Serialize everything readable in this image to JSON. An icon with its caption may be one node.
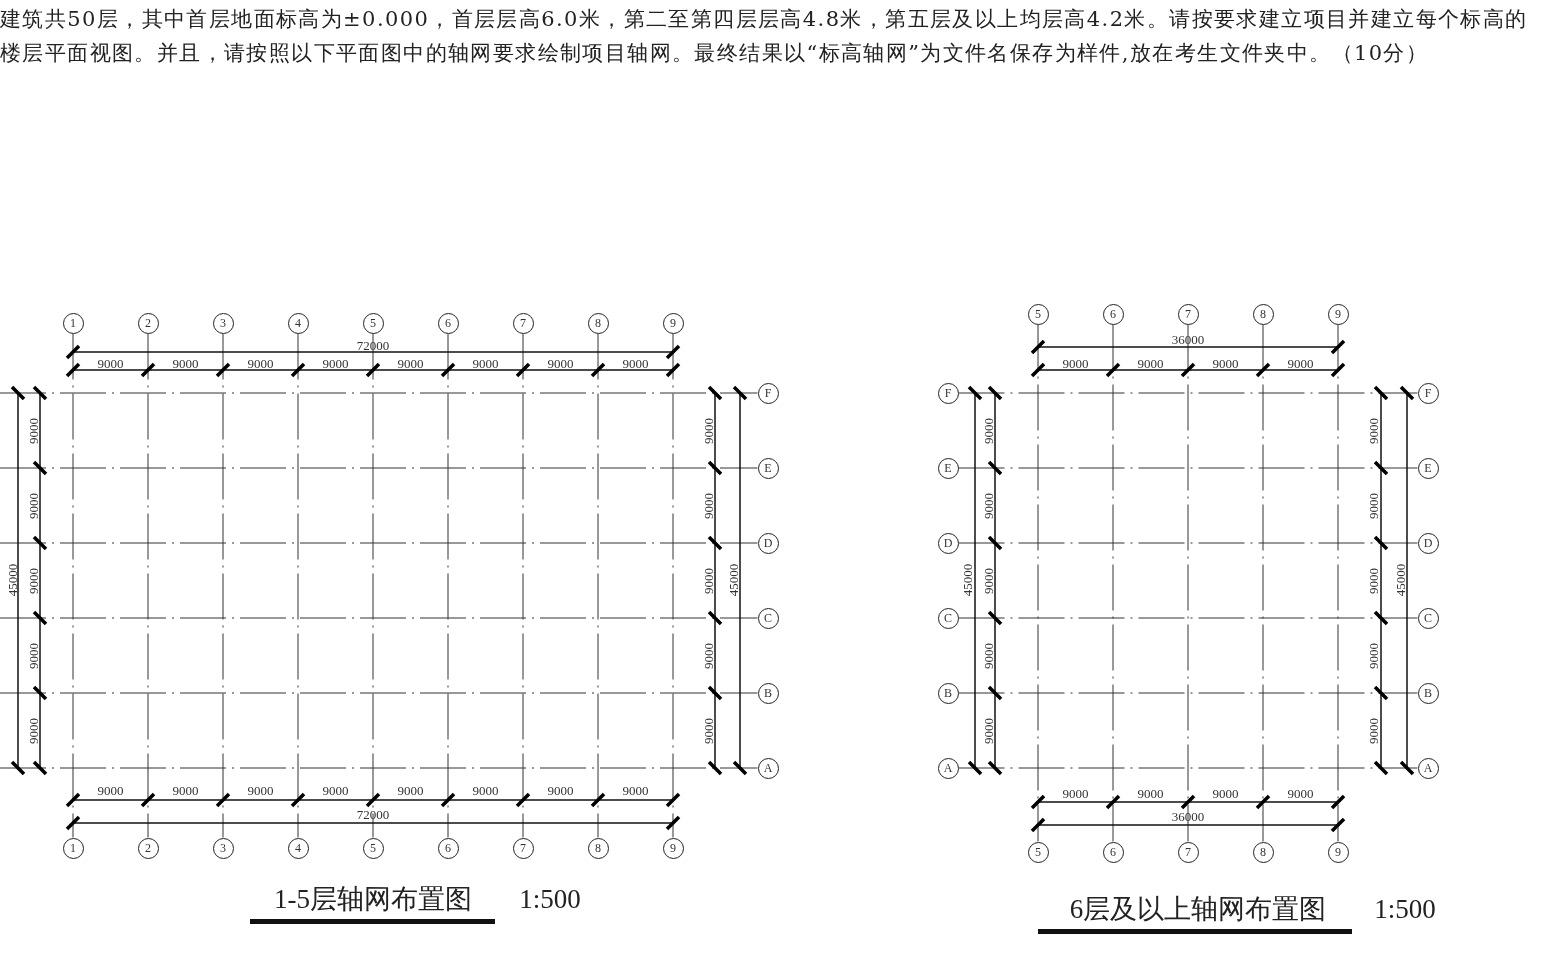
{
  "diagram": {
    "nodes": [
      {
        "text": [
          "1"
        ]
      },
      {
        "text": [
          "2"
        ]
      },
      {
        "text": [
          "3"
        ]
      },
      {
        "text": [
          "4"
        ]
      },
      {
        "text": [
          "5"
        ]
      },
      {
        "text": [
          "6"
        ]
      },
      {
        "text": [
          "7"
        ]
      },
      {
        "text": [
          "8"
        ]
      },
      {
        "text": [
          "9"
        ]
      },
      {
        "text": [
          "F"
        ]
      },
      {
        "text": [
          "E"
        ]
      },
      {
        "text": [
          "D"
        ]
      },
      {
        "text": [
          "C"
        ]
      },
      {
        "text": [
          "B"
        ]
      },
      {
        "text": [
          "A"
        ]
      },
      {
        "text": [
          "1"
        ]
      },
      {
        "text": [
          "2"
        ]
      },
      {
        "text": [
          "3"
        ]
      },
      {
        "text": [
          "4"
        ]
      },
      {
        "text": [
          "5"
        ]
      },
      {
        "text": [
          "6"
        ]
      },
      {
        "text": [
          "7"
        ]
      },
      {
        "text": [
          "8"
        ]
      },
      {
        "text": [
          "9"
        ]
      },
      {
        "text": [
          "5"
        ]
      },
      {
        "text": [
          "6"
        ]
      },
      {
        "text": [
          "7"
        ]
      },
      {
        "text": [
          "8"
        ]
      },
      {
        "text": [
          "9"
        ]
      },
      {
        "text": [
          "F"
        ]
      },
      {
        "text": [
          "E"
        ]
      },
      {
        "text": [
          "D"
        ]
      },
      {
        "text": [
          "C"
        ]
      },
      {
        "text": [
          "B"
        ]
      },
      {
        "text": [
          "A"
        ]
      },
      {
        "text": [
          "F"
        ]
      },
      {
        "text": [
          "E"
        ]
      },
      {
        "text": [
          "D"
        ]
      },
      {
        "text": [
          "C"
        ]
      },
      {
        "text": [
          "B"
        ]
      },
      {
        "text": [
          "A"
        ]
      },
      {
        "text": [
          "5"
        ]
      },
      {
        "text": [
          "6"
        ]
      },
      {
        "text": [
          "7"
        ]
      },
      {
        "text": [
          "8"
        ]
      },
      {
        "text": [
          "9"
        ]
      }
    ],
    "edges": [
      {
        "from": 0,
        "to": 15,
        "arrow": "none",
        "style": "dashed"
      },
      {
        "from": 1,
        "to": 16,
        "arrow": "none",
        "style": "dashed"
      },
      {
        "from": 2,
        "to": 17,
        "arrow": "none",
        "style": "dashed"
      },
      {
        "from": 3,
        "to": 18,
        "arrow": "none",
        "style": "dashed"
      },
      {
        "from": 4,
        "to": 19,
        "arrow": "none",
        "style": "dashed"
      },
      {
        "from": 5,
        "to": 20,
        "arrow": "none",
        "style": "dashed"
      },
      {
        "from": 6,
        "to": 21,
        "arrow": "none",
        "style": "dashed"
      },
      {
        "from": 7,
        "to": 22,
        "arrow": "none",
        "style": "dashed"
      },
      {
        "from": 8,
        "to": 23,
        "arrow": "none",
        "style": "dashed"
      },
      {
        "from": null,
        "to": 9,
        "arrow": "none",
        "style": "dashed"
      },
      {
        "from": null,
        "to": 10,
        "arrow": "none",
        "style": "dashed"
      },
      {
        "from": null,
        "to": 11,
        "arrow": "none",
        "style": "dashed"
      },
      {
        "from": null,
        "to": 12,
        "arrow": "none",
        "style": "dashed"
      },
      {
        "from": null,
        "to": 13,
        "arrow": "none",
        "style": "dashed"
      },
      {
        "from": null,
        "to": 14,
        "arrow": "none",
        "style": "dashed"
      },
      {
        "from": 24,
        "to": 41,
        "arrow": "none",
        "style": "dashed"
      },
      {
        "from": 25,
        "to": 42,
        "arrow": "none",
        "style": "dashed"
      },
      {
        "from": 26,
        "to": 43,
        "arrow": "none",
        "style": "dashed"
      },
      {
        "from": 27,
        "to": 44,
        "arrow": "none",
        "style": "dashed"
      },
      {
        "from": 28,
        "to": 45,
        "arrow": "none",
        "style": "dashed"
      },
      {
        "from": 29,
        "to": 35,
        "arrow": "none",
        "style": "dashed"
      },
      {
        "from": 30,
        "to": 36,
        "arrow": "none",
        "style": "dashed"
      },
      {
        "from": 31,
        "to": 37,
        "arrow": "none",
        "style": "dashed"
      },
      {
        "from": 32,
        "to": 38,
        "arrow": "none",
        "style": "dashed"
      },
      {
        "from": 33,
        "to": 39,
        "arrow": "none",
        "style": "dashed"
      },
      {
        "from": 34,
        "to": 40,
        "arrow": "none",
        "style": "dashed"
      }
    ],
    "labels": [
      "建筑共50层，其中首层地面标高为±0.000，首层层高6.0米，第二至第四层层高4.8米，第五层及以上均层高4.2米。请按要求建立项目并建立每个标高的楼层平面视图。并且，请按照以下平面图中的轴网要求绘制项目轴网。最终结果以“标高轴网”为文件名保存为样件,放在考生文件夹中。（10分）",
      "72000",
      "9000",
      "9000",
      "9000",
      "9000",
      "9000",
      "9000",
      "9000",
      "9000",
      "45000",
      "9000",
      "9000",
      "9000",
      "9000",
      "9000",
      "9000",
      "9000",
      "9000",
      "9000",
      "9000",
      "45000",
      "9000",
      "9000",
      "9000",
      "9000",
      "9000",
      "9000",
      "9000",
      "9000",
      "72000",
      "1-5层轴网布置图",
      "1:500",
      "36000",
      "9000",
      "9000",
      "9000",
      "9000",
      "45000",
      "9000",
      "9000",
      "9000",
      "9000",
      "9000",
      "9000",
      "9000",
      "9000",
      "9000",
      "9000",
      "45000",
      "9000",
      "9000",
      "9000",
      "9000",
      "36000",
      "6层及以上轴网布置图",
      "1:500"
    ]
  }
}
